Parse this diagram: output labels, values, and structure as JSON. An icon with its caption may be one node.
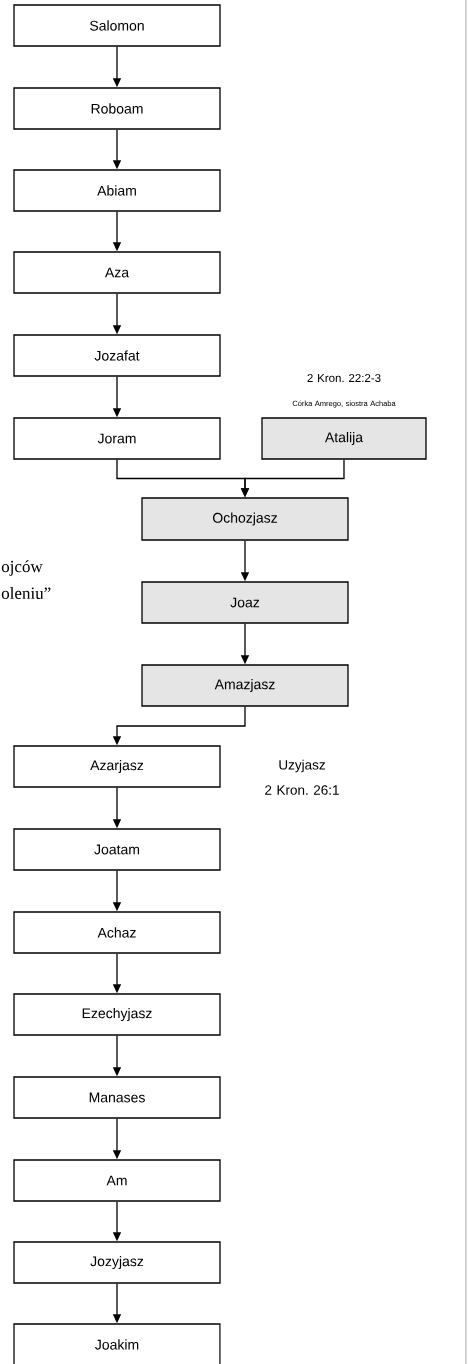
{
  "diagram": {
    "nodes": [
      {
        "text": [
          "Salomon"
        ]
      },
      {
        "text": [
          "Roboam"
        ]
      },
      {
        "text": [
          "Abiam"
        ]
      },
      {
        "text": [
          "Aza"
        ]
      },
      {
        "text": [
          "Jozafat"
        ]
      },
      {
        "text": [
          "Joram"
        ]
      },
      {
        "text": [
          "Atalija"
        ],
        "beside": [
          "2 Kron. 22:2-3",
          "Córka Amrego, siostra Achaba"
        ]
      },
      {
        "text": [
          "Ochozjasz"
        ]
      },
      {
        "text": [
          "Joaz"
        ]
      },
      {
        "text": [
          "Amazjasz"
        ]
      },
      {
        "text": [
          "Azarjasz"
        ],
        "beside": [
          "Uzyjasz",
          "2 Kron. 26:1"
        ]
      },
      {
        "text": [
          "Joatam"
        ]
      },
      {
        "text": [
          "Achaz"
        ]
      },
      {
        "text": [
          "Ezechyjasz"
        ]
      },
      {
        "text": [
          "Manases"
        ]
      },
      {
        "text": [
          "Am"
        ]
      },
      {
        "text": [
          "Jozyjasz"
        ]
      },
      {
        "text": [
          "Joakim"
        ]
      }
    ],
    "edges": [
      {
        "from": 0,
        "to": 1,
        "arrow": "to"
      },
      {
        "from": 1,
        "to": 2,
        "arrow": "to"
      },
      {
        "from": 2,
        "to": 3,
        "arrow": "to"
      },
      {
        "from": 3,
        "to": 4,
        "arrow": "to"
      },
      {
        "from": 4,
        "to": 5,
        "arrow": "to"
      },
      {
        "from": 5,
        "to": 7,
        "arrow": "to"
      },
      {
        "from": 6,
        "to": 7,
        "arrow": "to"
      },
      {
        "from": 7,
        "to": 8,
        "arrow": "to"
      },
      {
        "from": 8,
        "to": 9,
        "arrow": "to"
      },
      {
        "from": 9,
        "to": 10,
        "arrow": "to"
      },
      {
        "from": 10,
        "to": 11,
        "arrow": "to"
      },
      {
        "from": 11,
        "to": 12,
        "arrow": "to"
      },
      {
        "from": 12,
        "to": 13,
        "arrow": "to"
      },
      {
        "from": 13,
        "to": 14,
        "arrow": "to"
      },
      {
        "from": 14,
        "to": 15,
        "arrow": "to"
      },
      {
        "from": 15,
        "to": 16,
        "arrow": "to"
      },
      {
        "from": 16,
        "to": 17,
        "arrow": "to"
      }
    ],
    "labels": [
      "ojców",
      "oleniu”"
    ]
  }
}
